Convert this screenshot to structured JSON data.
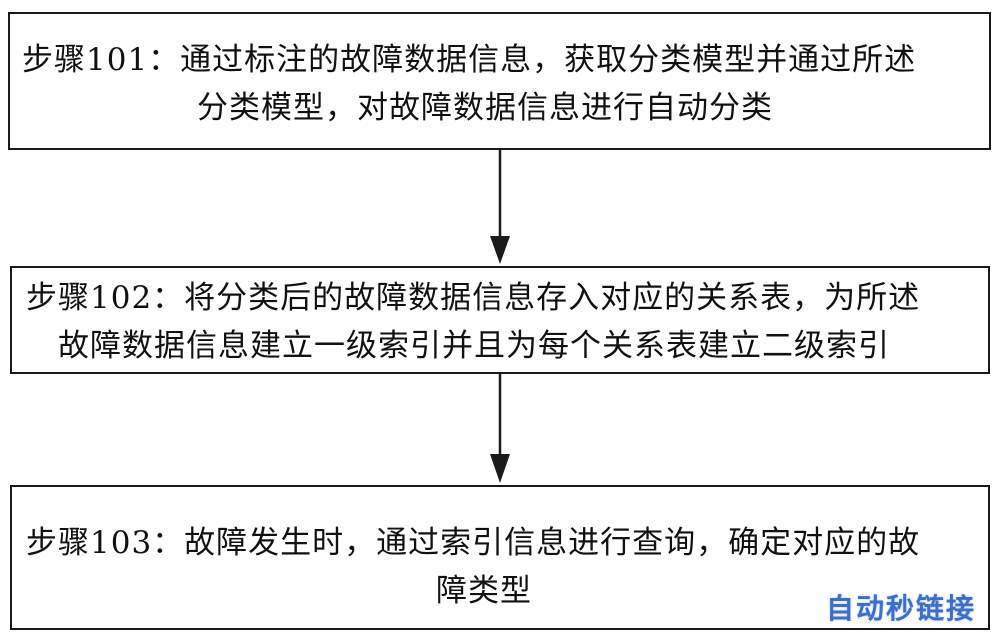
{
  "steps": [
    {
      "line1": "步骤101：通过标注的故障数据信息，获取分类模型并通过所述",
      "line2": "分类模型，对故障数据信息进行自动分类"
    },
    {
      "line1": "步骤102：将分类后的故障数据信息存入对应的关系表，为所述",
      "line2": "故障数据信息建立一级索引并且为每个关系表建立二级索引"
    },
    {
      "line1": "步骤103：故障发生时，通过索引信息进行查询，确定对应的故",
      "line2": "障类型"
    }
  ],
  "watermark": "自动秒链接",
  "colors": {
    "stroke": "#1a1a1a",
    "watermark": "#3a6ed0"
  }
}
